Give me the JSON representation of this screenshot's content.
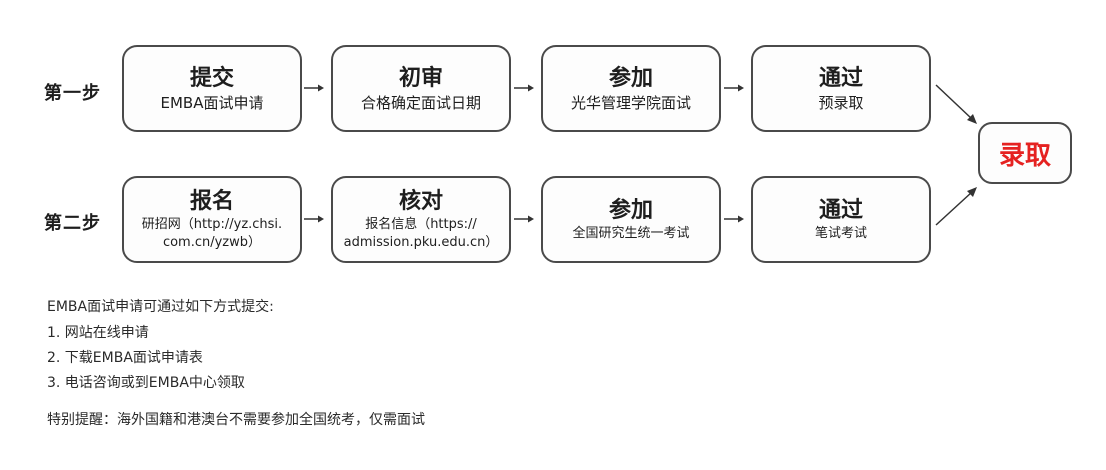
{
  "rows": [
    {
      "step_label": "第一步",
      "boxes": [
        {
          "title": "提交",
          "lines": [
            "EMBA面试申请"
          ]
        },
        {
          "title": "初审",
          "lines": [
            "合格确定面试日期"
          ]
        },
        {
          "title": "参加",
          "lines": [
            "光华管理学院面试"
          ]
        },
        {
          "title": "通过",
          "lines": [
            "预录取"
          ]
        }
      ]
    },
    {
      "step_label": "第二步",
      "boxes": [
        {
          "title": "报名",
          "lines": [
            "研招网（http://yz.chsi.",
            "com.cn/yzwb）"
          ]
        },
        {
          "title": "核对",
          "lines": [
            "报名信息（https://",
            "admission.pku.edu.cn）"
          ]
        },
        {
          "title": "参加",
          "lines": [
            "全国研究生统一考试"
          ]
        },
        {
          "title": "通过",
          "lines": [
            "笔试考试"
          ]
        }
      ]
    }
  ],
  "final": {
    "label": "录取",
    "color": "#e52221"
  },
  "notes": {
    "intro": "EMBA面试申请可通过如下方式提交:",
    "items": [
      "1. 网站在线申请",
      "2. 下载EMBA面试申请表",
      "3. 电话咨询或到EMBA中心领取"
    ],
    "reminder": "特别提醒：海外国籍和港澳台不需要参加全国统考，仅需面试"
  }
}
